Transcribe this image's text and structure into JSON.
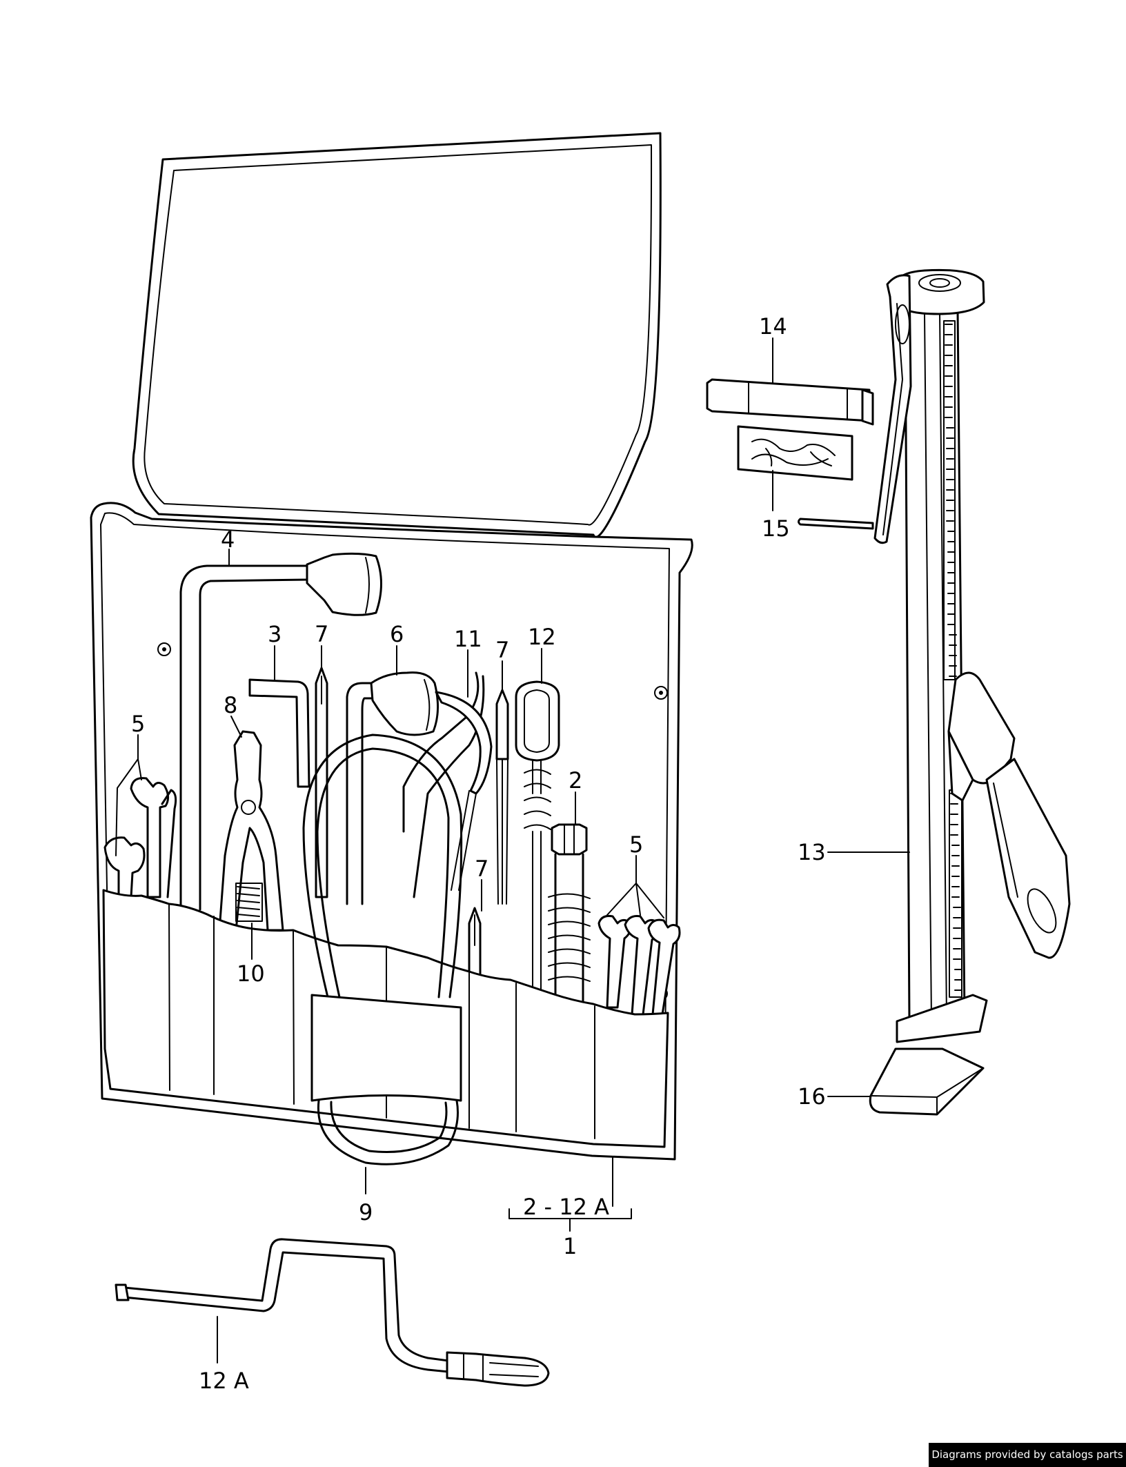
{
  "diagram": {
    "callouts": {
      "c1": "1",
      "c2": "2",
      "c3": "3",
      "c4": "4",
      "c5a": "5",
      "c5b": "5",
      "c6": "6",
      "c7a": "7",
      "c7b": "7",
      "c7c": "7",
      "c8": "8",
      "c9": "9",
      "c10": "10",
      "c11": "11",
      "c12": "12",
      "c13": "13",
      "c14": "14",
      "c15": "15",
      "c16": "16",
      "c12A": "12 A",
      "range": "2 - 12 A"
    }
  },
  "footer": {
    "credit": "Diagrams provided by catalogs parts"
  },
  "colors": {
    "line": "#000000",
    "background": "#ffffff",
    "credit_bg": "#000000",
    "credit_text": "#ffffff"
  }
}
